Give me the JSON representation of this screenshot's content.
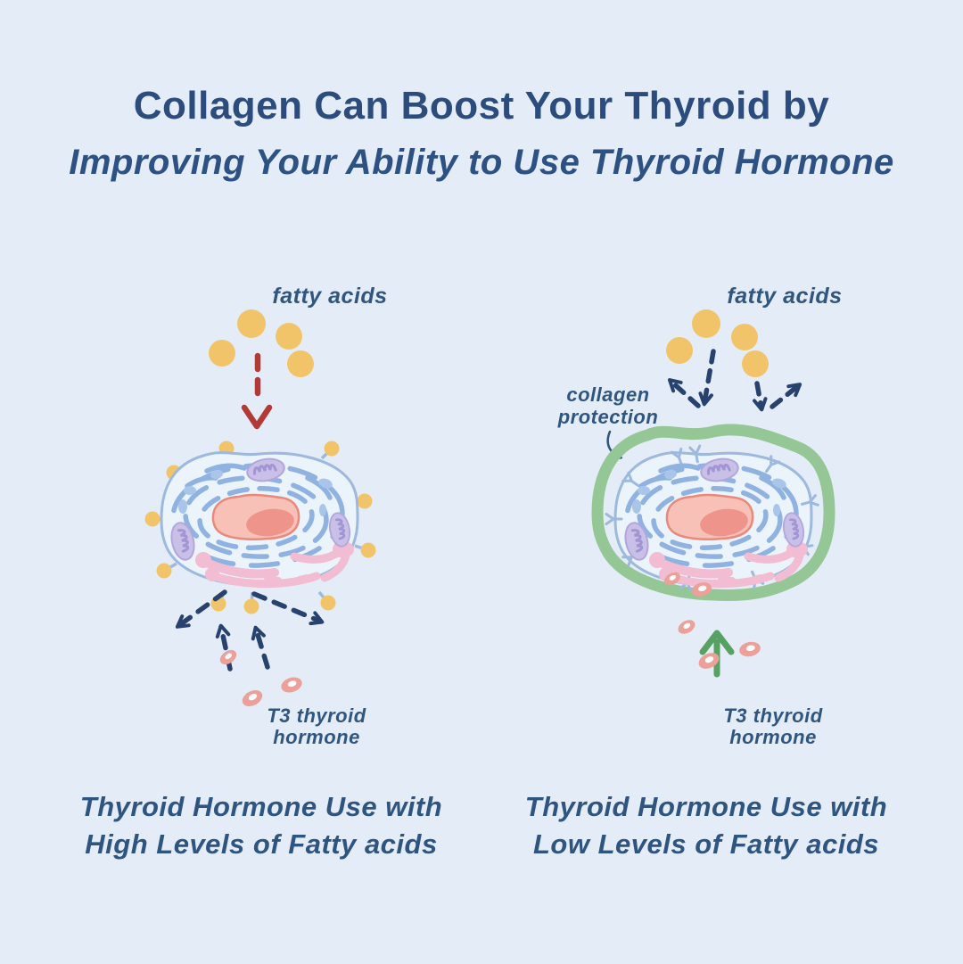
{
  "header": {
    "title": "Collagen Can Boost Your Thyroid by",
    "subtitle": "Improving Your Ability to Use Thyroid Hormone"
  },
  "left_panel": {
    "fatty_acids_label": "fatty acids",
    "t3_label_line1": "T3 thyroid",
    "t3_label_line2": "hormone",
    "caption_line1": "Thyroid Hormone Use with",
    "caption_line2": "High Levels of Fatty acids"
  },
  "right_panel": {
    "fatty_acids_label": "fatty acids",
    "collagen_label_line1": "collagen",
    "collagen_label_line2": "protection",
    "t3_label_line1": "T3 thyroid",
    "t3_label_line2": "hormone",
    "caption_line1": "Thyroid Hormone Use with",
    "caption_line2": "Low Levels of Fatty acids"
  },
  "colors": {
    "background": "#e4edf7",
    "heading_navy": "#2b4c7c",
    "handwriting_navy": "#2e5480",
    "fatty_acid_yellow": "#f2c46a",
    "blocked_arrow_red": "#b23a36",
    "scatter_arrow_navy": "#27426f",
    "collagen_green": "#94c795",
    "enter_arrow_green": "#57a263",
    "t3_pink": "#eba19a",
    "cell_fill": "#ebf3fb",
    "cell_outline": "#9db9de",
    "er_blue": "#8fb2e0",
    "nucleus_fill": "#f8c1b8",
    "nucleus_outline": "#e8897b",
    "nucleolus": "#ef948a",
    "mitochondria_fill": "#c9c0e8",
    "mitochondria_line": "#a295d2",
    "golgi_pink": "#f2bcd2",
    "vesicle_blue": "#a9c6ea"
  }
}
